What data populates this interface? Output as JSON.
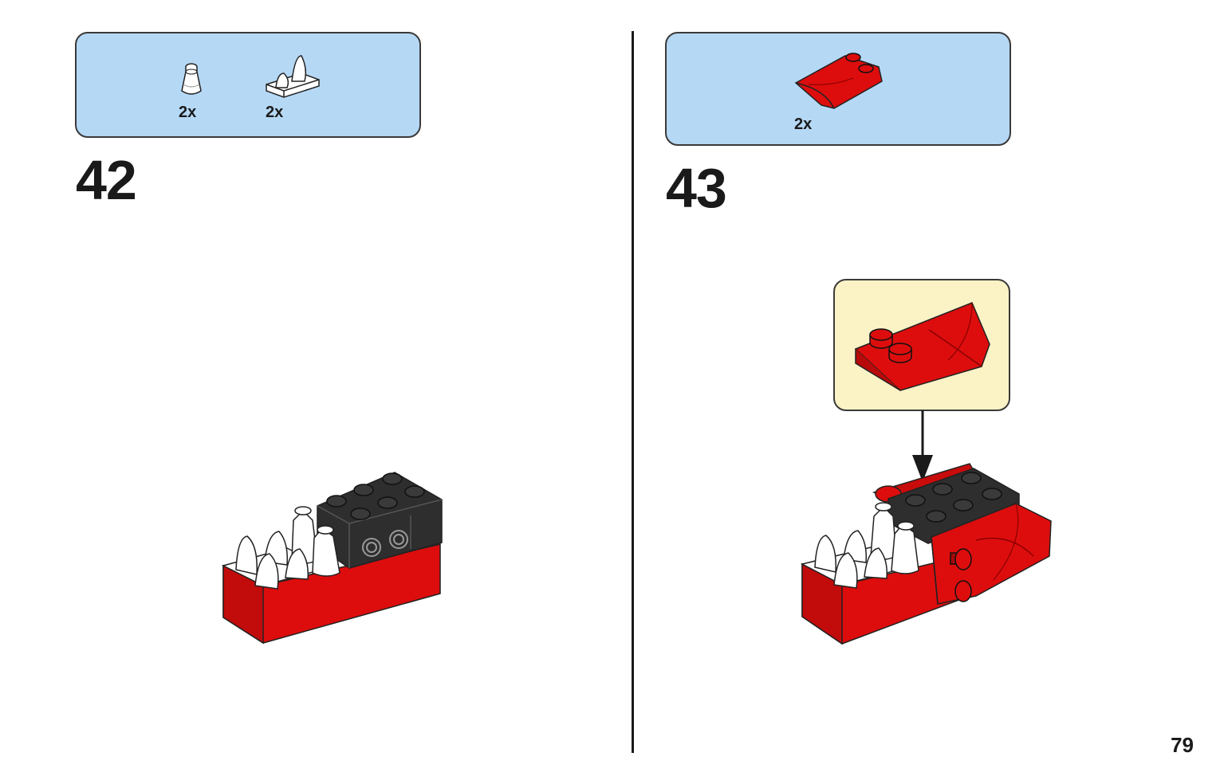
{
  "steps": [
    {
      "number": "42",
      "parts": [
        {
          "name": "white-cone-1x1",
          "quantity": "2x"
        },
        {
          "name": "white-tooth-plate",
          "quantity": "2x"
        }
      ]
    },
    {
      "number": "43",
      "parts": [
        {
          "name": "red-slope-plate",
          "quantity": "2x"
        }
      ]
    }
  ],
  "page_number": "79",
  "colors": {
    "parts_box": "#b5d8f5",
    "callout_box": "#fbf2c6",
    "brick_red": "#dd0d0d",
    "brick_black": "#2e2e2e",
    "brick_white": "#ffffff"
  },
  "icons": [
    "arrow-down-icon"
  ]
}
